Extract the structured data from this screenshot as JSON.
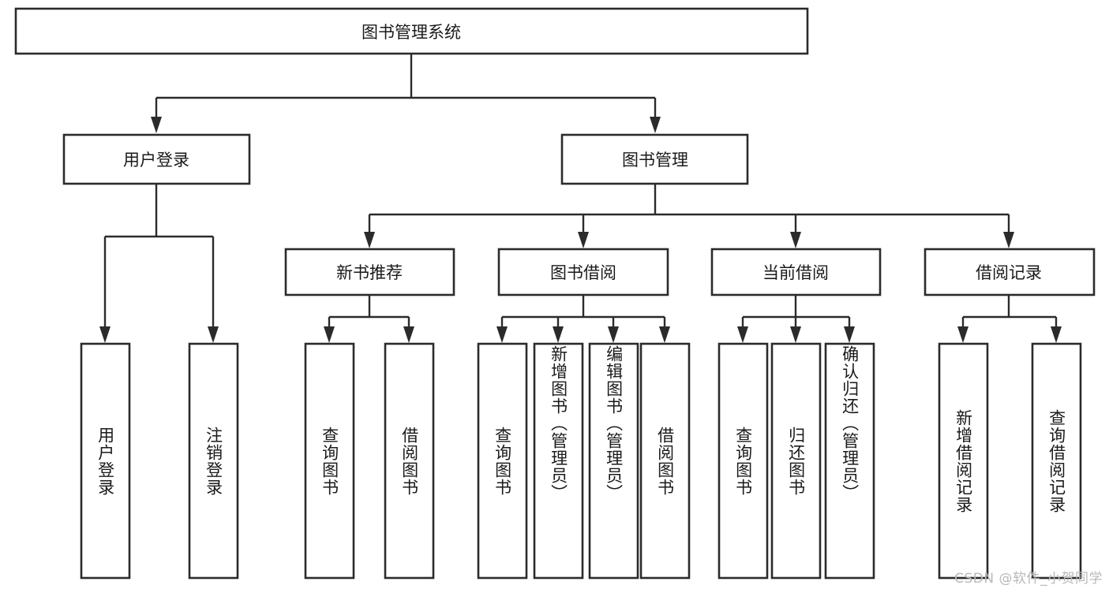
{
  "diagram": {
    "title": "图书管理系统",
    "type": "hierarchy-tree",
    "background_color": "#ffffff",
    "box_stroke_color": "#2b2b2b",
    "box_fill_color": "#ffffff",
    "text_color": "#1a1a1a",
    "connector_color": "#2b2b2b"
  },
  "root": {
    "label": "图书管理系统"
  },
  "level2": [
    {
      "label": "用户登录"
    },
    {
      "label": "图书管理"
    }
  ],
  "level3": [
    {
      "label": "新书推荐"
    },
    {
      "label": "图书借阅"
    },
    {
      "label": "当前借阅"
    },
    {
      "label": "借阅记录"
    }
  ],
  "leaves": {
    "user_login": [
      {
        "label": "用户登录"
      },
      {
        "label": "注销登录"
      }
    ],
    "new_book_recommend": [
      {
        "label": "查询图书"
      },
      {
        "label": "借阅图书"
      }
    ],
    "book_borrow": [
      {
        "label": "查询图书"
      },
      {
        "label": "新增图书（管理员）"
      },
      {
        "label": "编辑图书（管理员）"
      },
      {
        "label": "借阅图书"
      }
    ],
    "current_borrow": [
      {
        "label": "查询图书"
      },
      {
        "label": "归还图书"
      },
      {
        "label": "确认归还（管理员）"
      }
    ],
    "borrow_record": [
      {
        "label": "新增借阅记录"
      },
      {
        "label": "查询借阅记录"
      }
    ]
  },
  "watermark": {
    "text": "CSDN @软件_小贺同学"
  }
}
